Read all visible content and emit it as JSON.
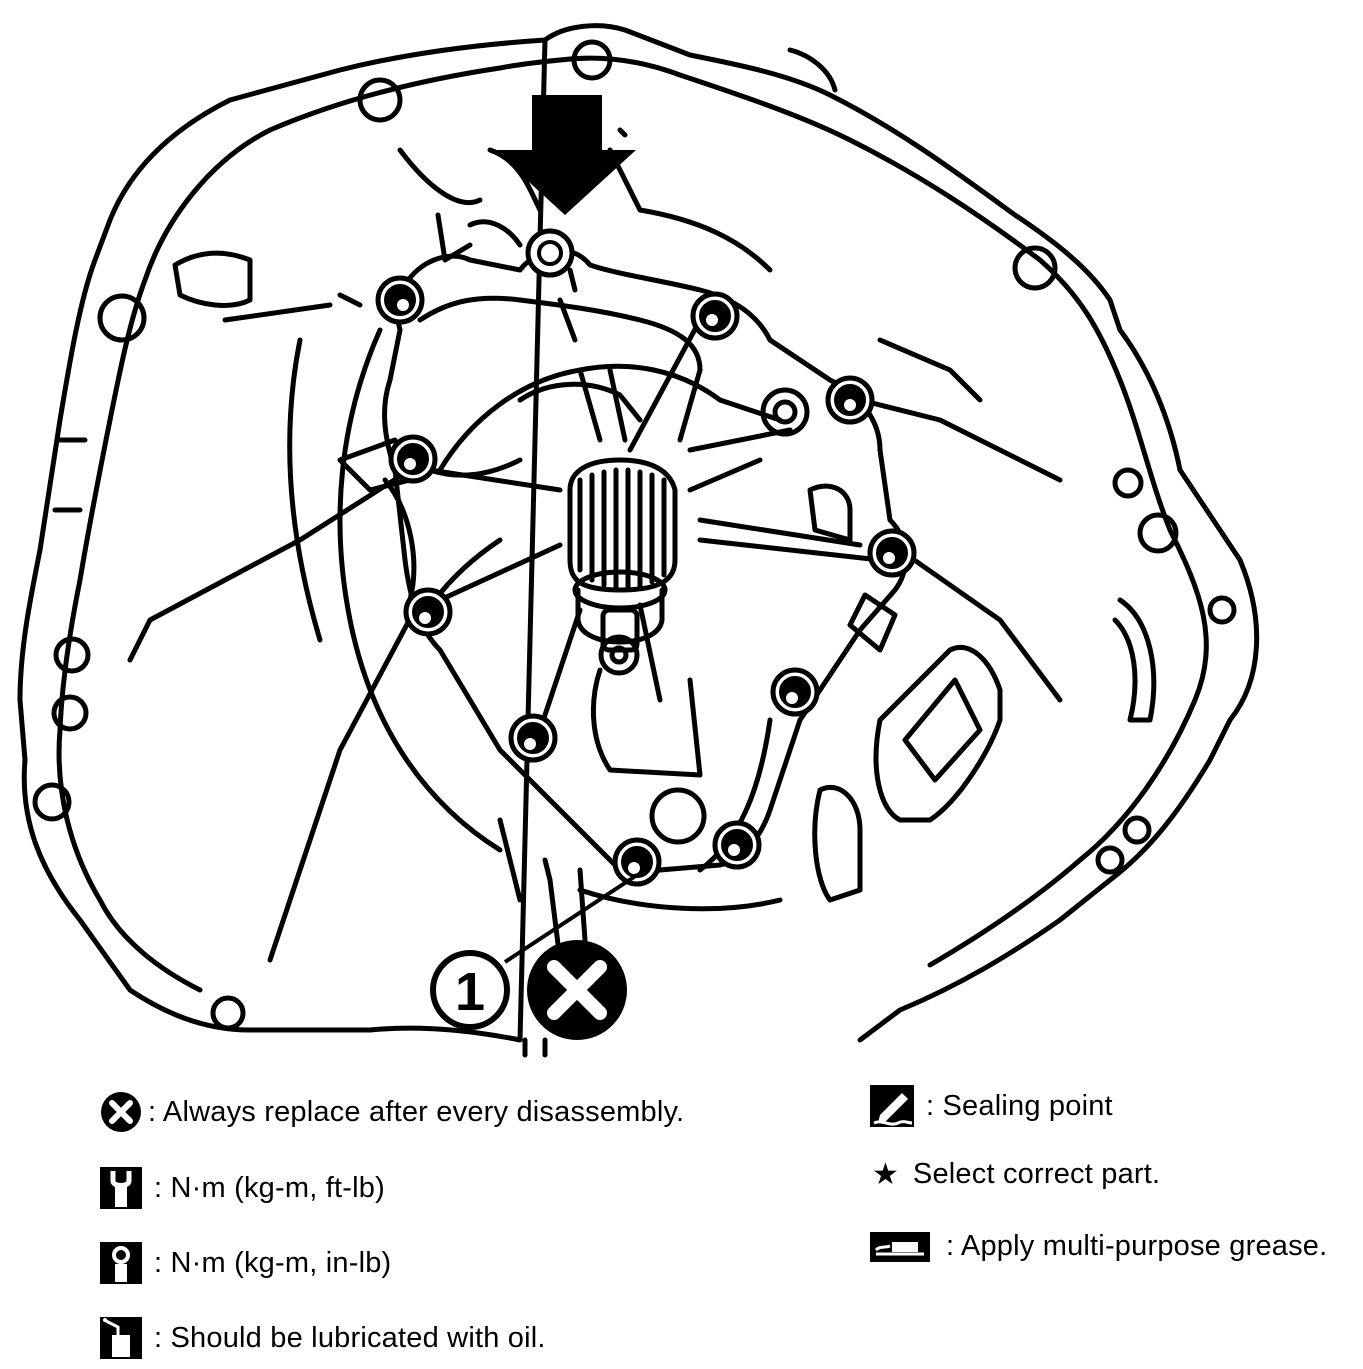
{
  "diagram": {
    "callout_number": "1",
    "arrow": "installation-direction-arrow"
  },
  "legend": {
    "left": [
      {
        "icon": "replace-x-icon",
        "text": ": Always replace after every disassembly."
      },
      {
        "icon": "torque-wrench-ftlb-icon",
        "text": ": N·m (kg-m, ft-lb)"
      },
      {
        "icon": "torque-wrench-inlb-icon",
        "text": ": N·m (kg-m, in-lb)"
      },
      {
        "icon": "oil-can-icon",
        "text": ": Should be lubricated with oil."
      }
    ],
    "right": [
      {
        "icon": "sealing-point-icon",
        "text": ": Sealing point"
      },
      {
        "icon": "star-icon",
        "text": "Select correct part."
      },
      {
        "icon": "grease-icon",
        "text": ": Apply multi-purpose grease."
      }
    ]
  }
}
